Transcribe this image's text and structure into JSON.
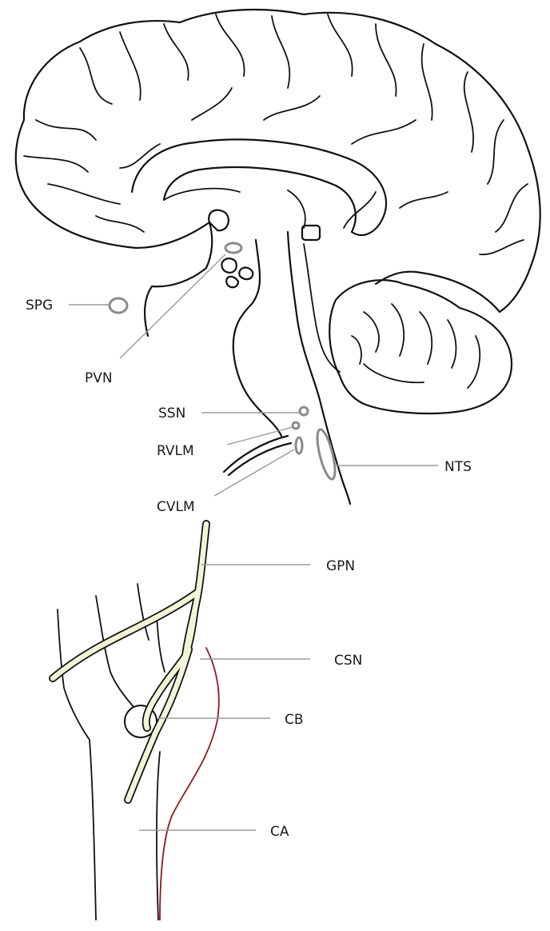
{
  "labels": {
    "spg": "SPG",
    "pvn": "PVN",
    "ssn": "SSN",
    "rvlm": "RVLM",
    "cvlm": "CVLM",
    "nts": "NTS",
    "gpn": "GPN",
    "csn": "CSN",
    "cb": "CB",
    "ca": "CA"
  },
  "colors": {
    "outline": "#111111",
    "leader": "#9a9a9a",
    "nerve": "#f3f3d6",
    "artery": "#8b1a1a"
  }
}
